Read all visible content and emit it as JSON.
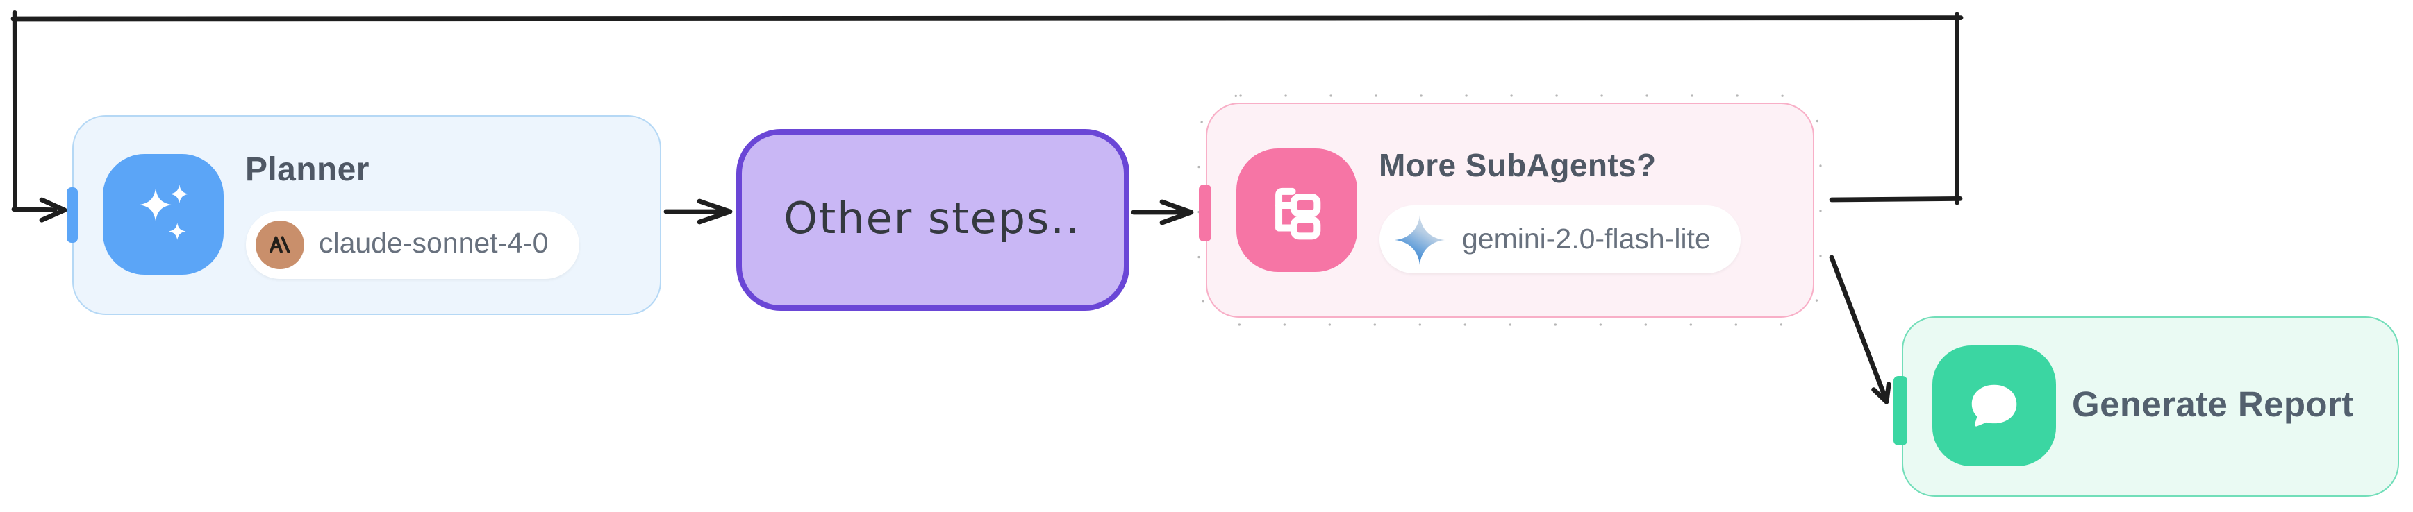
{
  "canvas": {
    "background": "#FFFFFF",
    "edge_color": "#1E1E1E",
    "selection_outline_color": "#B6B6B6"
  },
  "nodes": {
    "planner": {
      "title": "Planner",
      "model": "claude-sonnet-4-0",
      "node_icon": "sparkles-icon",
      "provider_icon": "anthropic-icon",
      "colors": {
        "bg": "#EDF5FD",
        "border": "#B5D8F5",
        "accent": "#5BA5F7"
      },
      "handles": [
        "input-left"
      ]
    },
    "other_steps": {
      "label": "Other steps..",
      "colors": {
        "bg": "#C9B7F5",
        "border": "#6A46D6",
        "text": "#34393F"
      }
    },
    "more_subagents": {
      "title": "More SubAgents?",
      "model": "gemini-2.0-flash-lite",
      "node_icon": "tree-icon",
      "provider_icon": "gemini-icon",
      "selected": true,
      "colors": {
        "bg": "#FDF1F6",
        "border": "#F8AFC7",
        "accent": "#F675A5"
      },
      "handles": [
        "input-left"
      ]
    },
    "generate_report": {
      "title": "Generate Report",
      "node_icon": "chat-bubble-icon",
      "colors": {
        "bg": "#EAFAF3",
        "border": "#72DEB9",
        "accent": "#3BD6A2"
      },
      "handles": [
        "input-left"
      ]
    }
  },
  "provider_badges": {
    "anthropic": {
      "bg": "#C98F6B",
      "glyph": "A\\",
      "glyph_color": "#221F1A"
    },
    "gemini": {
      "gradient_top": "#DDE4EC",
      "gradient_bottom": "#2E7BC9"
    }
  },
  "edges": [
    {
      "id": "planner-to-other-steps",
      "from": "planner",
      "to": "other_steps",
      "style": "hand-drawn-arrow"
    },
    {
      "id": "other-steps-to-more-subagents",
      "from": "other_steps",
      "to": "more_subagents",
      "style": "hand-drawn-arrow"
    },
    {
      "id": "more-subagents-loop-to-planner",
      "from": "more_subagents",
      "to": "planner",
      "style": "hand-drawn-orthogonal-loop"
    },
    {
      "id": "more-subagents-to-generate-report",
      "from": "more_subagents",
      "to": "generate_report",
      "style": "hand-drawn-arrow"
    }
  ]
}
